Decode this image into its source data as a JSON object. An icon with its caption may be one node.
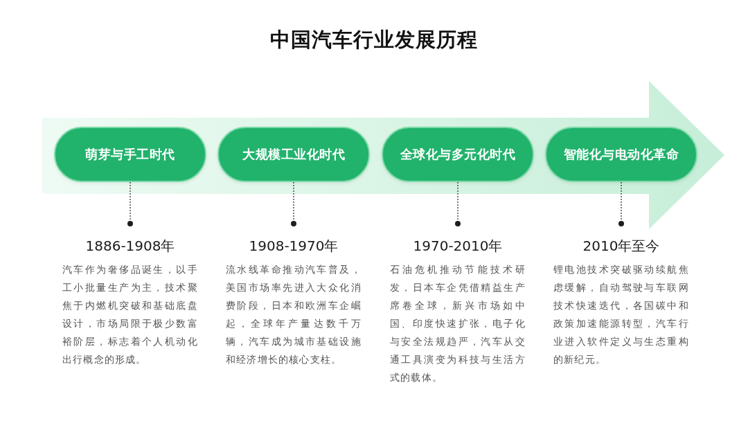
{
  "diagram": {
    "title": "中国汽车行业发展历程",
    "nodes": [
      {
        "text": [
          "萌芽与手工时代"
        ]
      },
      {
        "text": [
          "大规模工业化时代"
        ]
      },
      {
        "text": [
          "全球化与多元化时代"
        ]
      },
      {
        "text": [
          "智能化与电动化革命"
        ]
      },
      {
        "text": [],
        "shape": "circle",
        "beside": [
          "1886-1908年",
          "汽车作为奢侈品诞生，以手工小批量生产为主，技术聚焦于内燃机突破和基础底盘设计，市场局限于极少数富裕阶层，标志着个人机动化出行概念的形成。"
        ]
      },
      {
        "text": [],
        "shape": "circle",
        "beside": [
          "1908-1970年",
          "流水线革命推动汽车普及，美国市场率先进入大众化消费阶段，日本和欧洲车企崛起，全球年产量达数千万辆，汽车成为城市基础设施和经济增长的核心支柱。"
        ]
      },
      {
        "text": [],
        "shape": "circle",
        "beside": [
          "1970-2010年",
          "石油危机推动节能技术研发，日本车企凭借精益生产席卷全球，新兴市场如中国、印度快速扩张，电子化与安全法规趋严，汽车从交通工具演变为科技与生活方式的载体。"
        ]
      },
      {
        "text": [],
        "shape": "circle",
        "beside": [
          "2010年至今",
          "锂电池技术突破驱动续航焦虑缓解，自动驾驶与车联网技术快速迭代，各国碳中和政策加速能源转型，汽车行业进入软件定义与生态重构的新纪元。"
        ]
      }
    ],
    "edges": [
      {
        "from": 0,
        "to": 4,
        "arrow": "none",
        "style": "dashed"
      },
      {
        "from": 1,
        "to": 5,
        "arrow": "none",
        "style": "dashed"
      },
      {
        "from": 2,
        "to": 6,
        "arrow": "none",
        "style": "dashed"
      },
      {
        "from": 3,
        "to": 7,
        "arrow": "none",
        "style": "dashed"
      }
    ]
  }
}
